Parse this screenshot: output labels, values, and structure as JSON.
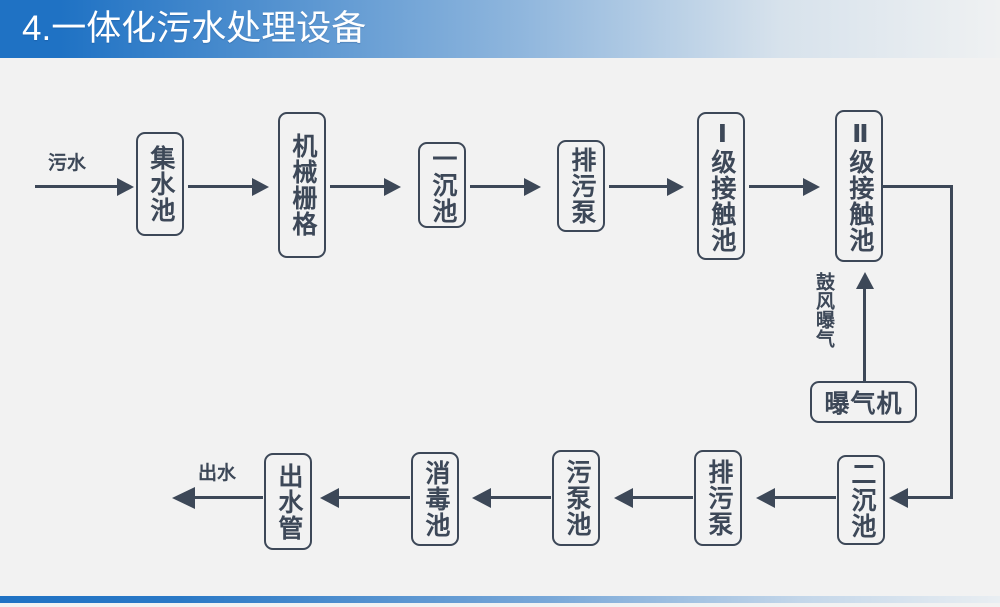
{
  "slide": {
    "title": "4.一体化污水处理设备",
    "background_color": "#f2f2f2",
    "accent_color": "#1f72c4",
    "stroke_color": "#3d4858"
  },
  "diagram": {
    "inlet_label": "污水",
    "outlet_label": "出水",
    "aeration_label": "鼓风曝气",
    "top_row": [
      {
        "id": "collect-tank",
        "text": "集水池"
      },
      {
        "id": "mech-grille",
        "text": "机械栅格"
      },
      {
        "id": "primary-settle",
        "text": "一沉池"
      },
      {
        "id": "sewage-pump-top",
        "text": "排污泵"
      },
      {
        "id": "contact-tank-1",
        "text": "Ⅰ级接触池"
      },
      {
        "id": "contact-tank-2",
        "text": "Ⅱ级接触池"
      }
    ],
    "aerator": {
      "id": "aerator",
      "text": "曝气机"
    },
    "bottom_row": [
      {
        "id": "secondary-settle",
        "text": "二沉池"
      },
      {
        "id": "sewage-pump-bottom",
        "text": "排污泵"
      },
      {
        "id": "sludge-pump-tank",
        "text": "污泵池"
      },
      {
        "id": "disinfection-tank",
        "text": "消毒池"
      },
      {
        "id": "outlet-pipe",
        "text": "出水管"
      }
    ]
  }
}
